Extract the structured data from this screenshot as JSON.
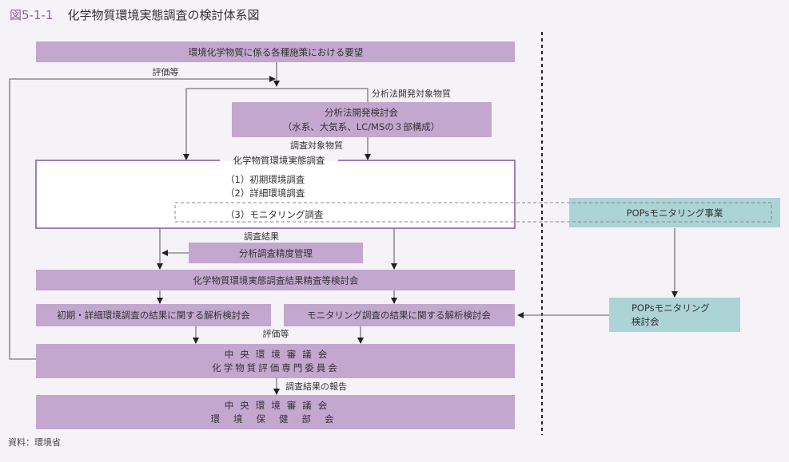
{
  "title": {
    "figure_number": "図5-1-1",
    "text": "化学物質環境実態調査の検討体系図"
  },
  "colors": {
    "purple_box": "#c3a7cf",
    "teal_box": "#acd3d6",
    "survey_border": "#8a5fa8",
    "line": "#777777",
    "arrow": "#222222"
  },
  "nodes": {
    "requests": "環境化学物質に係る各種施策における要望",
    "method_dev_committee": {
      "line1": "分析法開発検討会",
      "line2": "（水系、大気系、LC/MSの３部構成）"
    },
    "survey_main": {
      "title": "化学物質環境実態調査",
      "items": [
        "（1）初期環境調査",
        "（2）詳細環境調査",
        "（3）モニタリング調査"
      ]
    },
    "pops_program": "POPsモニタリング事業",
    "accuracy_control": "分析調査精度管理",
    "result_review": "化学物質環境実態調査結果精査等検討会",
    "analysis_initial": "初期・詳細環境調査の結果に関する解析検討会",
    "analysis_monitoring": "モニタリング調査の結果に関する解析検討会",
    "pops_committee": {
      "line1": "POPsモニタリング",
      "line2": "検討会"
    },
    "central_council_chem": {
      "line1": "中央環境審議会",
      "line2": "化学物質評価専門委員会"
    },
    "central_council_health": {
      "line1": "中央環境審議会",
      "line2": "環境保健部会"
    }
  },
  "edge_labels": {
    "evaluation_top": "評価等",
    "method_target": "分析法開発対象物質",
    "survey_target": "調査対象物質",
    "survey_results": "調査結果",
    "evaluation_bottom": "評価等",
    "report": "調査結果の報告"
  },
  "source": "資料：環境省"
}
